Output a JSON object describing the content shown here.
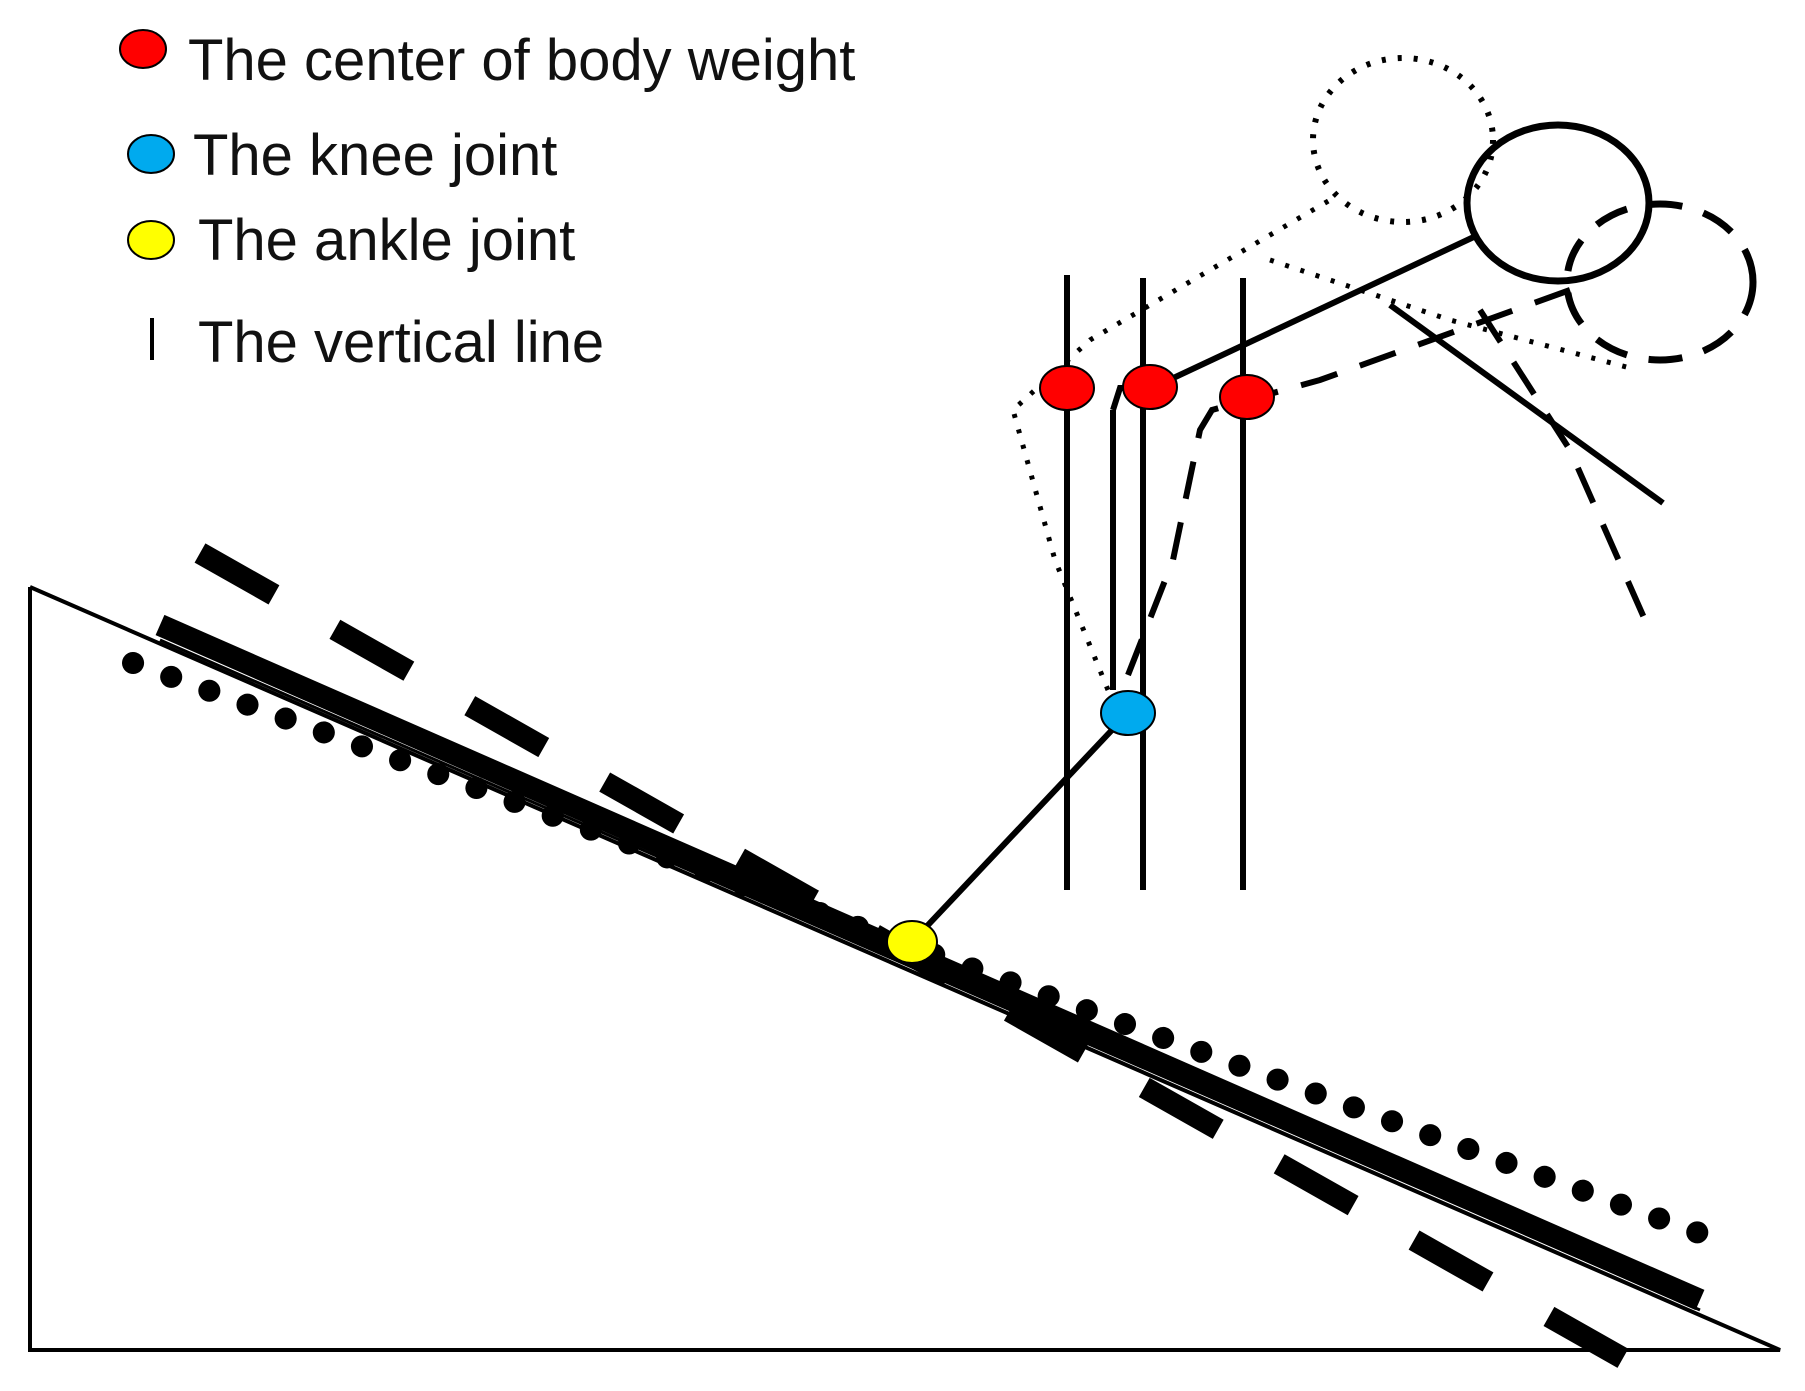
{
  "legend": {
    "center_of_body_weight": {
      "label": "The center of body weight",
      "color": "#ff0000"
    },
    "knee_joint": {
      "label": "The knee joint",
      "color": "#00aaee"
    },
    "ankle_joint": {
      "label": "The ankle joint",
      "color": "#ffff00"
    },
    "vertical_line": {
      "label": "The vertical line"
    }
  },
  "colors": {
    "stroke": "#000000",
    "background": "#ffffff"
  }
}
